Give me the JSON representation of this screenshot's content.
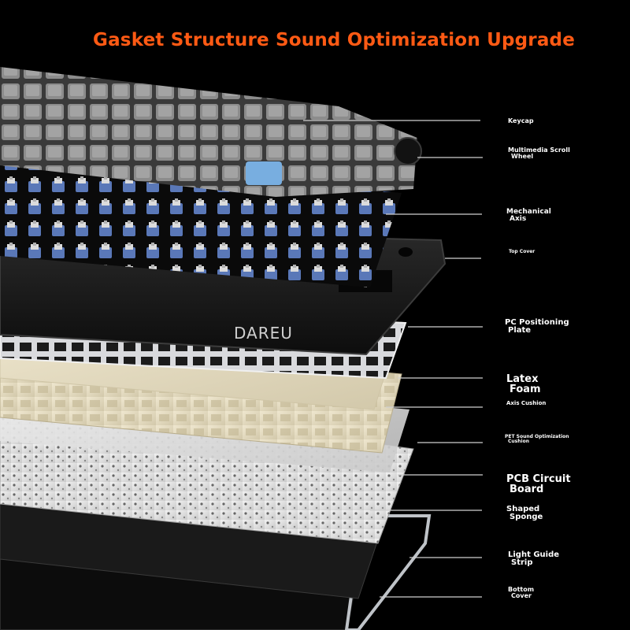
{
  "title": "Gasket Structure Sound Optimization Upgrade",
  "brand": "DAREU",
  "colors": {
    "title": "#ff5a14",
    "background": "#000000",
    "label": "#ffffff"
  },
  "layers": [
    {
      "id": "keycap",
      "lines": [
        "Keycap"
      ]
    },
    {
      "id": "scroll",
      "lines": [
        "Multimedia Scroll",
        "Wheel"
      ]
    },
    {
      "id": "mech",
      "lines": [
        "Mechanical",
        "Axis"
      ]
    },
    {
      "id": "top",
      "lines": [
        "Top Cover"
      ]
    },
    {
      "id": "pc",
      "lines": [
        "PC Positioning",
        "Plate"
      ]
    },
    {
      "id": "latex",
      "lines": [
        "Latex",
        "Foam"
      ]
    },
    {
      "id": "axis",
      "lines": [
        "Axis Cushion"
      ]
    },
    {
      "id": "pet",
      "lines": [
        "PET Sound Optimization",
        "Cushion"
      ]
    },
    {
      "id": "pcb",
      "lines": [
        "PCB Circuit",
        "Board"
      ]
    },
    {
      "id": "sponge",
      "lines": [
        "Shaped",
        "Sponge"
      ]
    },
    {
      "id": "light",
      "lines": [
        "Light Guide",
        "Strip"
      ]
    },
    {
      "id": "bottom",
      "lines": [
        "Bottom",
        "Cover"
      ]
    }
  ]
}
